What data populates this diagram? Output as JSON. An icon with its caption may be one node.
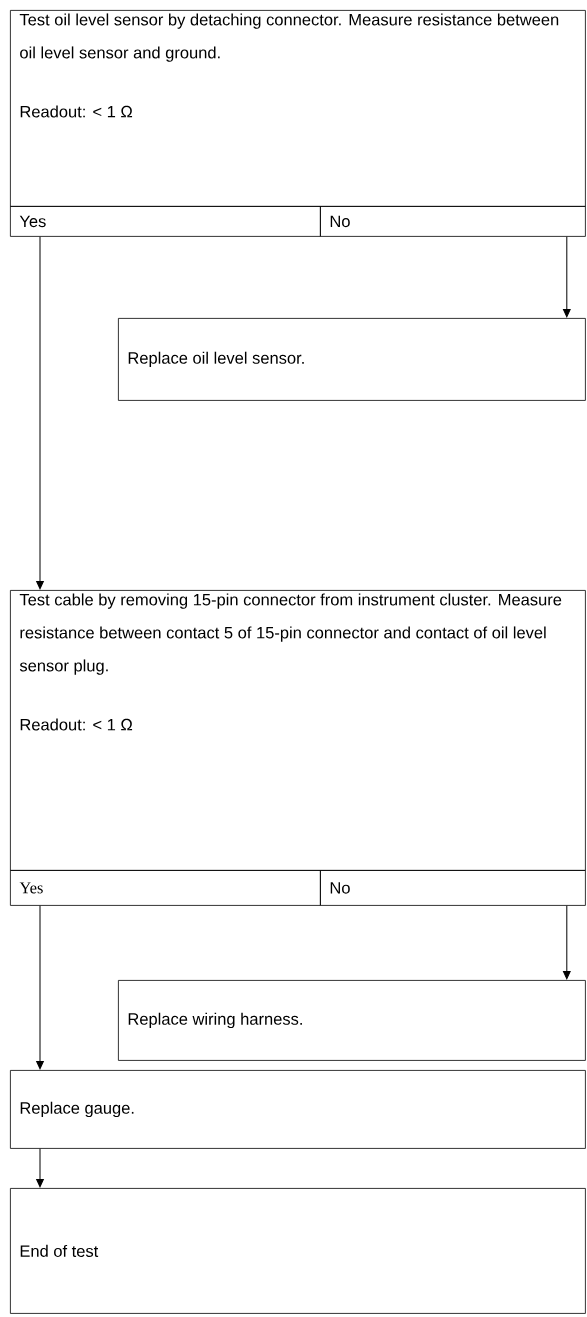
{
  "diagram": {
    "nodes": [
      {
        "text": [
          "Test oil level sensor by detaching connector. Measure resistance between oil level sensor and ground.",
          "Readout: < 1 Ω"
        ]
      },
      {
        "text": [
          "Yes"
        ]
      },
      {
        "text": [
          "No"
        ]
      },
      {
        "text": [
          "Replace oil level sensor."
        ]
      },
      {
        "text": [
          "Test cable by removing 15-pin connector from instrument cluster. Measure resistance between contact 5 of 15-pin connector and contact of oil level sensor plug.",
          "Readout: < 1 Ω"
        ]
      },
      {
        "text": [
          "Yes"
        ]
      },
      {
        "text": [
          "No"
        ]
      },
      {
        "text": [
          "Replace wiring harness."
        ]
      },
      {
        "text": [
          "Replace gauge."
        ]
      },
      {
        "text": [
          "End of test"
        ]
      }
    ],
    "edges": [
      {
        "from": 1,
        "to": 4,
        "arrow": "to"
      },
      {
        "from": 2,
        "to": 3,
        "arrow": "to"
      },
      {
        "from": 5,
        "to": 8,
        "arrow": "to"
      },
      {
        "from": 6,
        "to": 7,
        "arrow": "to"
      },
      {
        "from": 8,
        "to": 9,
        "arrow": "to"
      }
    ]
  }
}
